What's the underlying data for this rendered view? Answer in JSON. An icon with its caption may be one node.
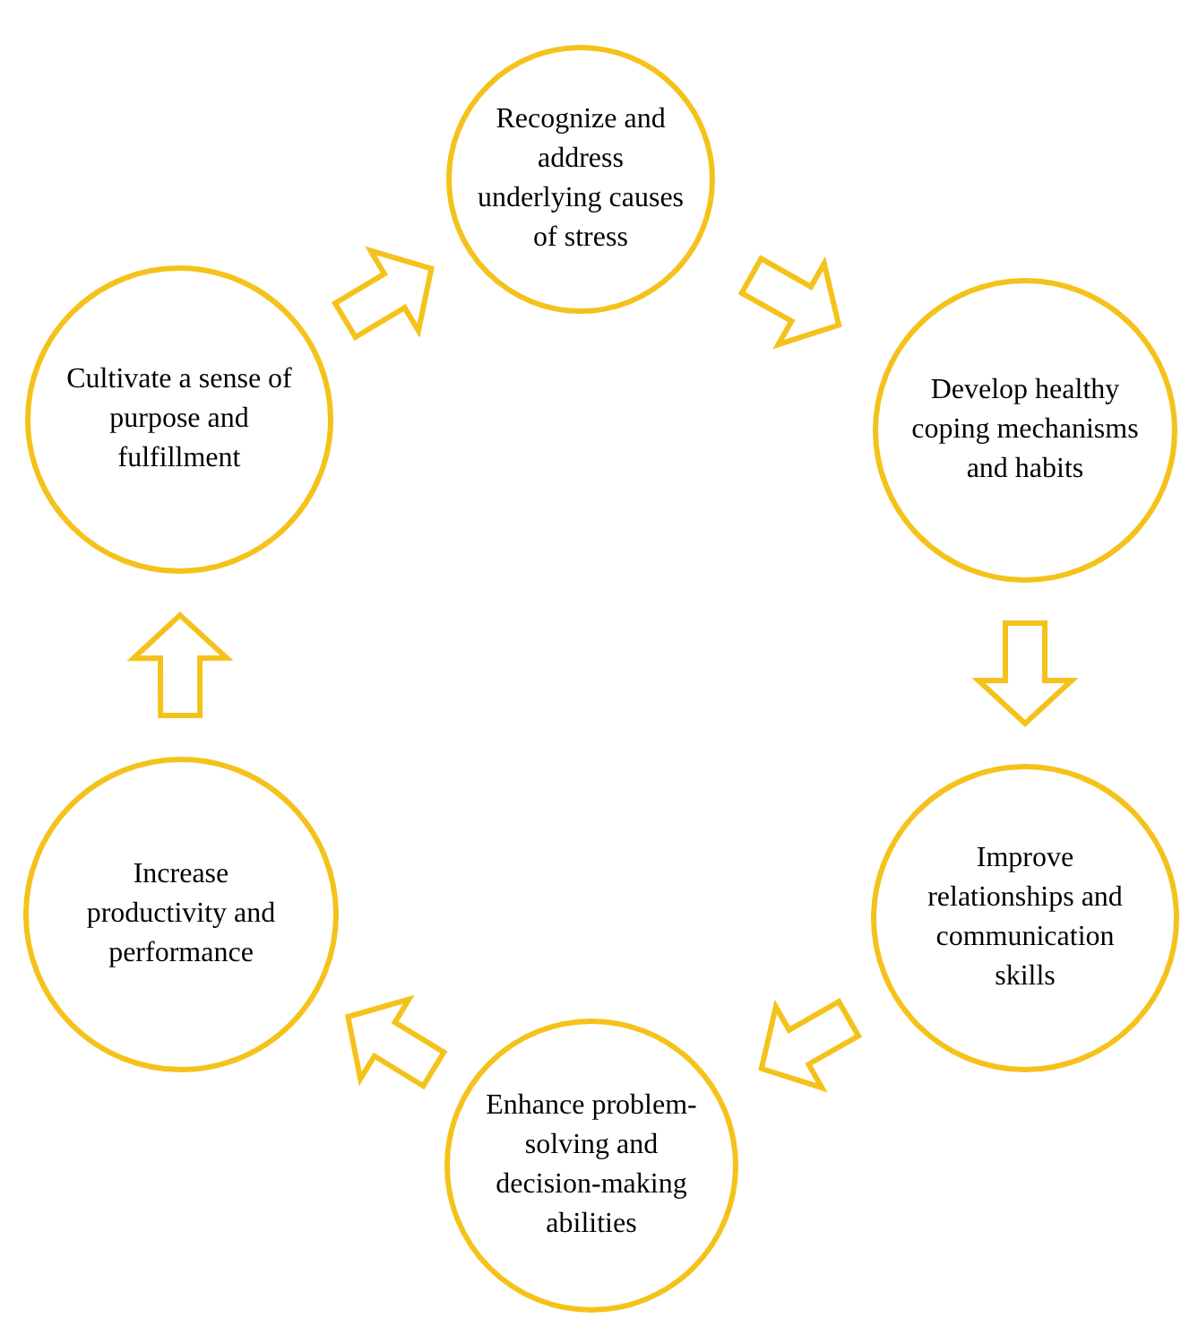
{
  "diagram": {
    "nodes": [
      {
        "text": [
          "Recognize and address underlying causes of stress"
        ]
      },
      {
        "text": [
          "Develop healthy coping mechanisms and habits"
        ]
      },
      {
        "text": [
          "Improve relationships and communication skills"
        ]
      },
      {
        "text": [
          "Enhance problem-solving and decision-making abilities"
        ]
      },
      {
        "text": [
          "Increase productivity and performance"
        ]
      },
      {
        "text": [
          "Cultivate a sense of purpose and fulfillment"
        ]
      }
    ],
    "edges": [
      {
        "from": 5,
        "to": 0,
        "arrow": "to"
      },
      {
        "from": 0,
        "to": 1,
        "arrow": "to"
      },
      {
        "from": 1,
        "to": 2,
        "arrow": "to"
      },
      {
        "from": 2,
        "to": 3,
        "arrow": "to"
      },
      {
        "from": 3,
        "to": 4,
        "arrow": "to"
      },
      {
        "from": 4,
        "to": 5,
        "arrow": "to"
      }
    ]
  }
}
